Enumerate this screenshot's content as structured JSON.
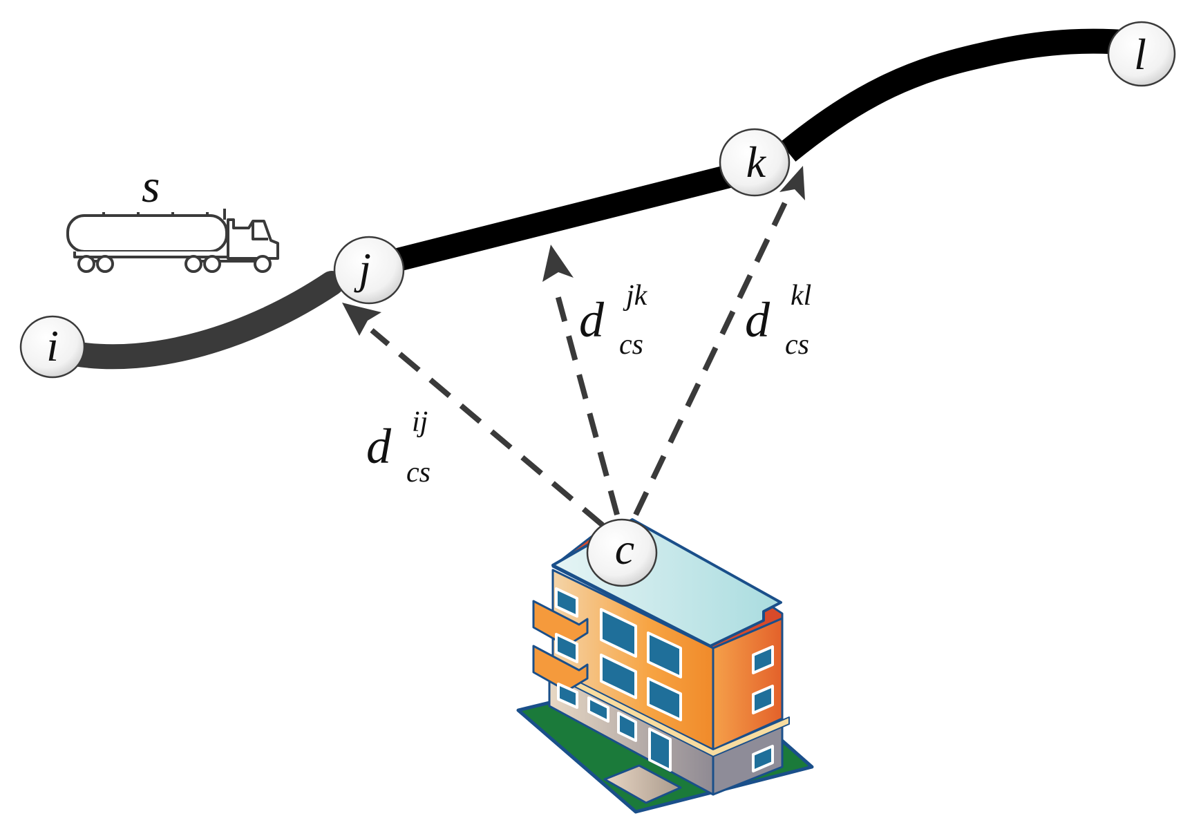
{
  "nodes": {
    "i": "i",
    "j": "j",
    "k": "k",
    "l": "l",
    "c": "c"
  },
  "vehicle": {
    "label": "s"
  },
  "distances": {
    "ij": {
      "base": "d",
      "sup": "ij",
      "sub": "cs"
    },
    "jk": {
      "base": "d",
      "sup": "jk",
      "sub": "cs"
    },
    "kl": {
      "base": "d",
      "sup": "kl",
      "sub": "cs"
    }
  },
  "colors": {
    "route": "#000000",
    "route_first_segment": "#3a3a3a",
    "dashed_arrows": "#3a3a3a",
    "building_wall_orange": "#f39a36",
    "building_wall_dark_orange": "#e8692c",
    "building_roof": "#bfe6e8",
    "building_windows": "#1f6f9a",
    "building_outline": "#1a4f8a",
    "ground": "#1b7a3a"
  },
  "icons": {
    "vehicle": "tanker-truck-icon",
    "customer": "building-icon"
  }
}
